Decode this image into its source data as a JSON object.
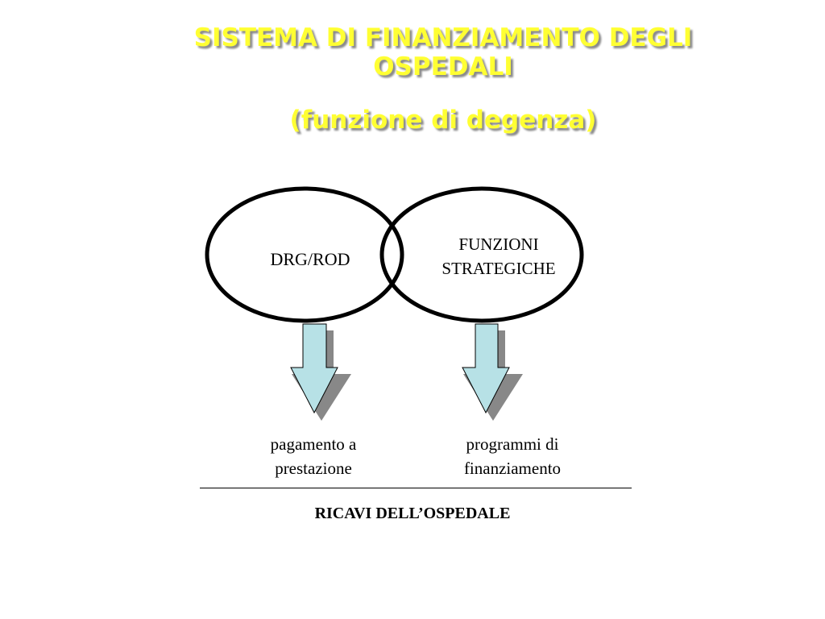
{
  "slide": {
    "title_line1": "SISTEMA DI FINANZIAMENTO DEGLI",
    "title_line2": "OSPEDALI",
    "subtitle": "(funzione di degenza)"
  },
  "diagram": {
    "left_circle_label": "DRG/ROD",
    "right_circle_label_line1": "FUNZIONI",
    "right_circle_label_line2": "STRATEGICHE",
    "left_outcome_line1": "pagamento a",
    "left_outcome_line2": "prestazione",
    "right_outcome_line1": "programmi di",
    "right_outcome_line2": "finanziamento",
    "footer_label": "RICAVI DELL’OSPEDALE"
  },
  "colors": {
    "title": "#ffff33",
    "title_shadow": "#8a8a8a",
    "arrow_fill": "#b7e1e6",
    "arrow_shadow": "#888888"
  }
}
